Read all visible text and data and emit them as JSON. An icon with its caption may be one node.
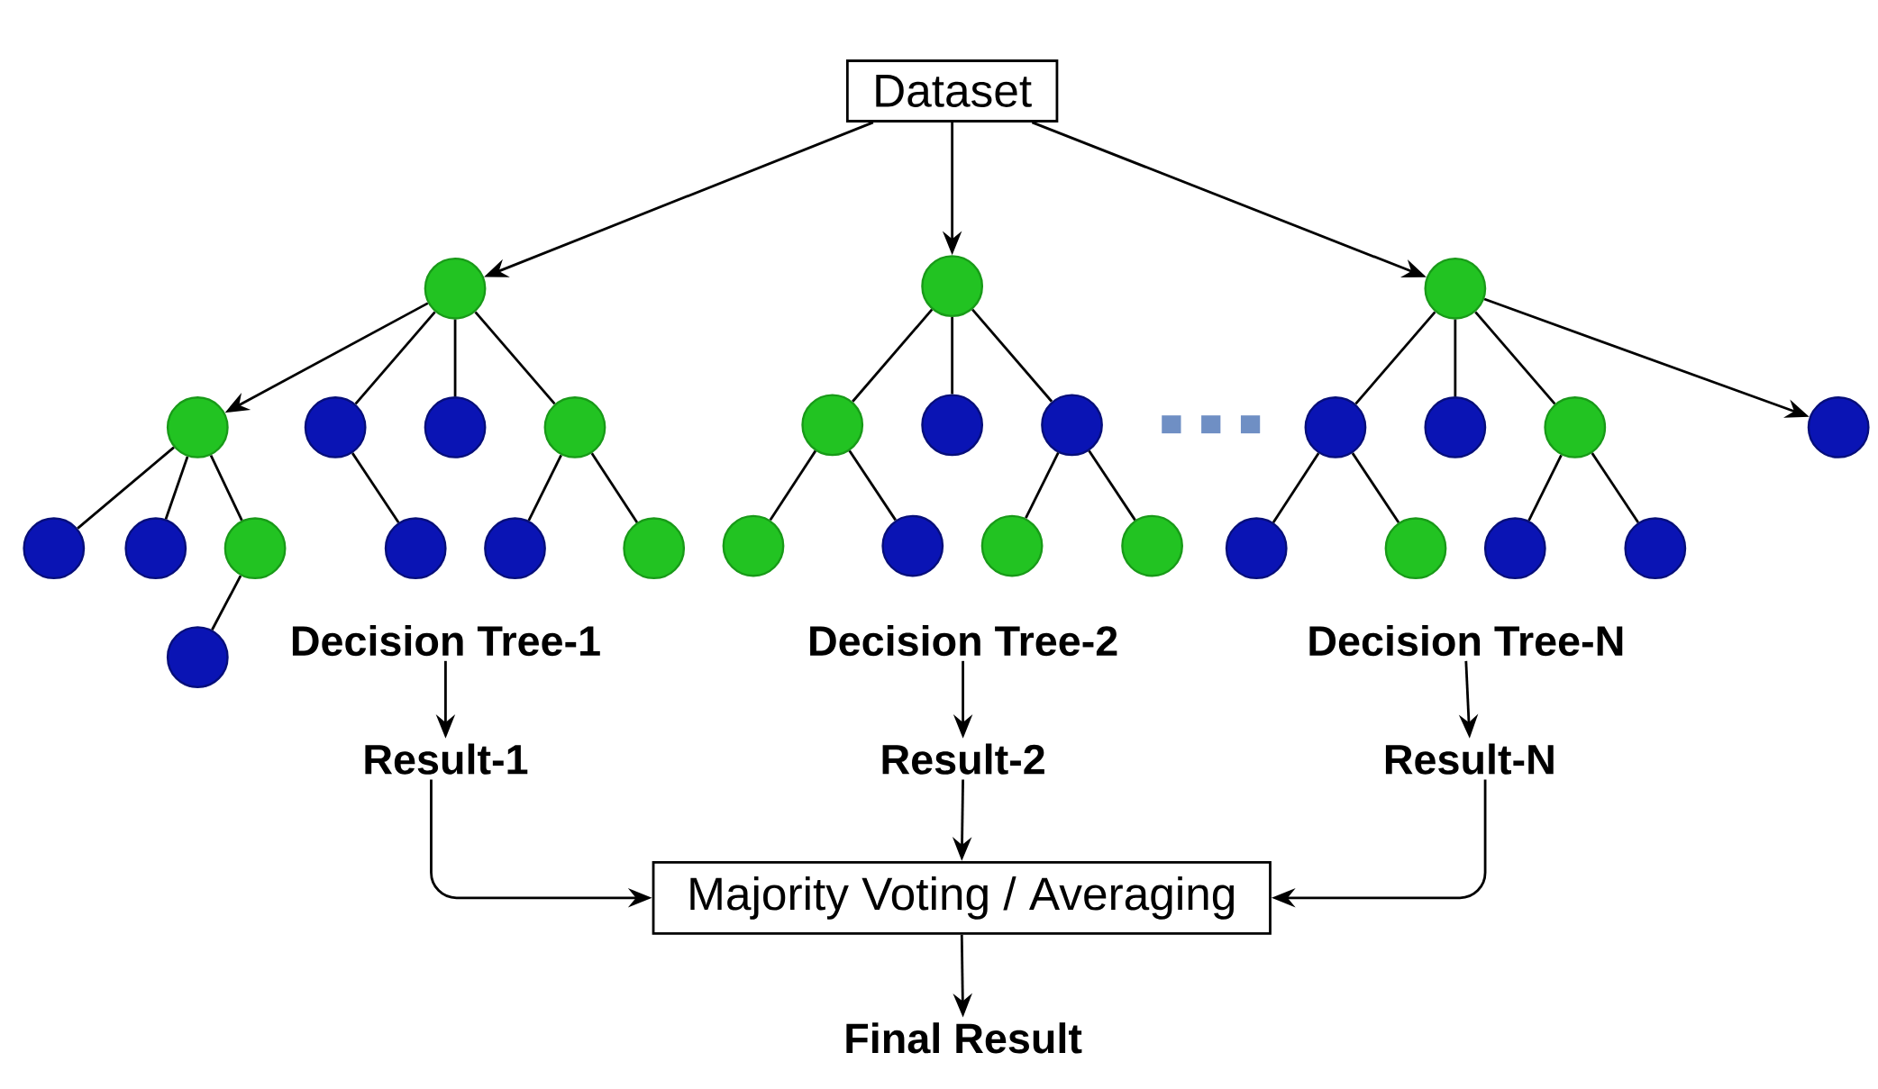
{
  "diagram": {
    "nodes": [
      {
        "text": [
          "Dataset"
        ]
      },
      {
        "text": [],
        "shape": "circle"
      },
      {
        "text": [],
        "shape": "circle"
      },
      {
        "text": [],
        "shape": "circle"
      },
      {
        "text": [],
        "shape": "circle"
      },
      {
        "text": [],
        "shape": "circle"
      },
      {
        "text": [],
        "shape": "circle"
      },
      {
        "text": [],
        "shape": "circle"
      },
      {
        "text": [],
        "shape": "circle"
      },
      {
        "text": [],
        "shape": "circle"
      },
      {
        "text": [],
        "shape": "circle"
      },
      {
        "text": [],
        "shape": "circle"
      },
      {
        "text": [],
        "shape": "circle"
      },
      {
        "text": [],
        "shape": "circle"
      },
      {
        "text": [],
        "shape": "circle"
      },
      {
        "text": [],
        "shape": "circle"
      },
      {
        "text": [],
        "shape": "circle"
      },
      {
        "text": [],
        "shape": "circle"
      },
      {
        "text": [],
        "shape": "circle"
      },
      {
        "text": [],
        "shape": "circle"
      },
      {
        "text": [],
        "shape": "circle"
      },
      {
        "text": [],
        "shape": "circle"
      },
      {
        "text": [],
        "shape": "circle"
      },
      {
        "text": [],
        "shape": "circle"
      },
      {
        "text": [],
        "shape": "circle"
      },
      {
        "text": [],
        "shape": "circle"
      },
      {
        "text": [],
        "shape": "circle"
      },
      {
        "text": [],
        "shape": "circle"
      },
      {
        "text": [],
        "shape": "circle"
      },
      {
        "text": [],
        "shape": "circle"
      },
      {
        "text": [
          "Decision Tree-1"
        ]
      },
      {
        "text": [
          "Decision Tree-2"
        ]
      },
      {
        "text": [
          "Decision Tree-N"
        ]
      },
      {
        "text": [
          "Result-1"
        ]
      },
      {
        "text": [
          "Result-2"
        ]
      },
      {
        "text": [
          "Result-N"
        ]
      },
      {
        "text": [
          "Majority Voting / Averaging"
        ]
      },
      {
        "text": [
          "Final Result"
        ]
      }
    ],
    "edges": [
      {
        "from": 0,
        "to": 1,
        "arrow": "to"
      },
      {
        "from": 0,
        "to": 2,
        "arrow": "to"
      },
      {
        "from": 0,
        "to": 3,
        "arrow": "to"
      },
      {
        "from": 1,
        "to": 4,
        "arrow": "to"
      },
      {
        "from": 1,
        "to": 5,
        "arrow": "none"
      },
      {
        "from": 1,
        "to": 6,
        "arrow": "none"
      },
      {
        "from": 1,
        "to": 7,
        "arrow": "none"
      },
      {
        "from": 4,
        "to": 15,
        "arrow": "none"
      },
      {
        "from": 4,
        "to": 16,
        "arrow": "none"
      },
      {
        "from": 4,
        "to": 17,
        "arrow": "none"
      },
      {
        "from": 17,
        "to": 29,
        "arrow": "none"
      },
      {
        "from": 5,
        "to": 18,
        "arrow": "none"
      },
      {
        "from": 7,
        "to": 19,
        "arrow": "none"
      },
      {
        "from": 7,
        "to": 20,
        "arrow": "none"
      },
      {
        "from": 2,
        "to": 8,
        "arrow": "none"
      },
      {
        "from": 2,
        "to": 9,
        "arrow": "none"
      },
      {
        "from": 2,
        "to": 10,
        "arrow": "none"
      },
      {
        "from": 8,
        "to": 21,
        "arrow": "none"
      },
      {
        "from": 8,
        "to": 22,
        "arrow": "none"
      },
      {
        "from": 10,
        "to": 23,
        "arrow": "none"
      },
      {
        "from": 10,
        "to": 24,
        "arrow": "none"
      },
      {
        "from": 3,
        "to": 11,
        "arrow": "none"
      },
      {
        "from": 3,
        "to": 12,
        "arrow": "none"
      },
      {
        "from": 3,
        "to": 13,
        "arrow": "none"
      },
      {
        "from": 3,
        "to": 14,
        "arrow": "to"
      },
      {
        "from": 11,
        "to": 25,
        "arrow": "none"
      },
      {
        "from": 11,
        "to": 26,
        "arrow": "none"
      },
      {
        "from": 13,
        "to": 27,
        "arrow": "none"
      },
      {
        "from": 13,
        "to": 28,
        "arrow": "none"
      },
      {
        "from": 30,
        "to": 33,
        "arrow": "to"
      },
      {
        "from": 31,
        "to": 34,
        "arrow": "to"
      },
      {
        "from": 32,
        "to": 35,
        "arrow": "to"
      },
      {
        "from": 33,
        "to": 36,
        "arrow": "to"
      },
      {
        "from": 34,
        "to": 36,
        "arrow": "to"
      },
      {
        "from": 35,
        "to": 36,
        "arrow": "to"
      },
      {
        "from": 36,
        "to": 37,
        "arrow": "to"
      }
    ]
  }
}
